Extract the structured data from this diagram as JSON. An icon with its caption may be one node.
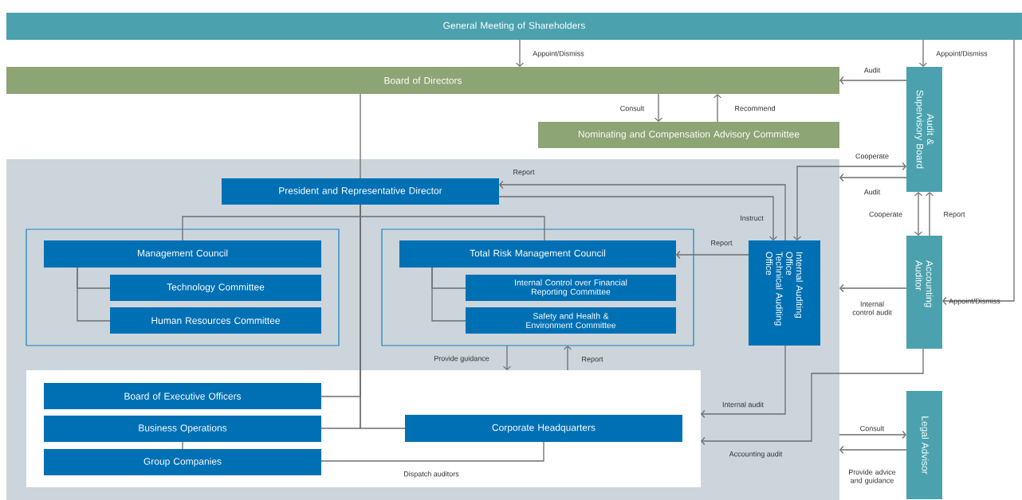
{
  "diagram": {
    "nodes": [
      {
        "text": [
          "General Meeting of Shareholders"
        ]
      },
      {
        "text": [
          "Board of Directors"
        ]
      },
      {
        "text": [
          "Nominating and Compensation Advisory Committee"
        ]
      },
      {
        "text": [
          "Audit & Supervisory Board"
        ]
      },
      {
        "text": [
          "Accounting Auditor"
        ]
      },
      {
        "text": [
          "Legal Advisor"
        ]
      },
      {
        "text": [],
        "shape": "box"
      },
      {
        "text": [
          "President and Representative Director"
        ],
        "in": 6
      },
      {
        "text": [],
        "shape": "box",
        "in": 6
      },
      {
        "text": [
          "Management Council"
        ],
        "in": 8
      },
      {
        "text": [
          "Technology Committee"
        ],
        "in": 8
      },
      {
        "text": [
          "Human Resources Committee"
        ],
        "in": 8
      },
      {
        "text": [],
        "shape": "box",
        "in": 6
      },
      {
        "text": [
          "Total Risk Management Council"
        ],
        "in": 12
      },
      {
        "text": [
          "Internal Control over Financial Reporting Committee"
        ],
        "in": 12
      },
      {
        "text": [
          "Safety and Health & Environment Committee"
        ],
        "in": 12
      },
      {
        "text": [
          "Internal Auditing Office",
          "Technical Auditing Office"
        ],
        "in": 6
      },
      {
        "text": [],
        "shape": "box",
        "in": 6
      },
      {
        "text": [
          "Board of Executive Officers"
        ],
        "in": 17
      },
      {
        "text": [
          "Business Operations"
        ],
        "in": 17
      },
      {
        "text": [
          "Group Companies"
        ],
        "in": 17
      },
      {
        "text": [
          "Corporate Headquarters"
        ],
        "in": 17
      }
    ],
    "edges": [
      {
        "from": 0,
        "to": 1,
        "arrow": "to",
        "label": "Appoint/Dismiss"
      },
      {
        "from": 0,
        "to": 3,
        "arrow": "to",
        "label": "Appoint/Dismiss"
      },
      {
        "from": 0,
        "to": 4,
        "arrow": "to",
        "label": "Appoint/Dismiss"
      },
      {
        "from": 3,
        "to": 1,
        "arrow": "to",
        "label": "Audit"
      },
      {
        "from": 1,
        "to": 2,
        "arrow": "to",
        "label": "Consult"
      },
      {
        "from": 2,
        "to": 1,
        "arrow": "to",
        "label": "Recommend"
      },
      {
        "from": 1,
        "to": 7,
        "arrow": "none"
      },
      {
        "from": 7,
        "to": 9,
        "arrow": "none"
      },
      {
        "from": 7,
        "to": 13,
        "arrow": "none"
      },
      {
        "from": 7,
        "to": 18,
        "arrow": "none"
      },
      {
        "from": 7,
        "to": 19,
        "arrow": "none"
      },
      {
        "from": 7,
        "to": 21,
        "arrow": "none"
      },
      {
        "from": 9,
        "to": 10,
        "arrow": "none"
      },
      {
        "from": 9,
        "to": 11,
        "arrow": "none"
      },
      {
        "from": 13,
        "to": 14,
        "arrow": "none"
      },
      {
        "from": 13,
        "to": 15,
        "arrow": "none"
      },
      {
        "from": 16,
        "to": 7,
        "arrow": "to",
        "label": "Report"
      },
      {
        "from": 7,
        "to": 16,
        "arrow": "to",
        "label": "Instruct"
      },
      {
        "from": 16,
        "to": 3,
        "arrow": "both",
        "label": "Cooperate"
      },
      {
        "from": 3,
        "to": 6,
        "arrow": "to",
        "label": "Audit"
      },
      {
        "from": 3,
        "to": 4,
        "arrow": "both",
        "label": "Cooperate"
      },
      {
        "from": 4,
        "to": 3,
        "arrow": "to",
        "label": "Report"
      },
      {
        "from": 4,
        "to": 6,
        "arrow": "to",
        "label": "Internal control audit"
      },
      {
        "from": 16,
        "to": 13,
        "arrow": "to",
        "label": "Report"
      },
      {
        "from": 12,
        "to": 17,
        "arrow": "to",
        "label": "Provide guidance"
      },
      {
        "from": 17,
        "to": 12,
        "arrow": "to",
        "label": "Report"
      },
      {
        "from": 16,
        "to": 17,
        "arrow": "to",
        "label": "Internal audit"
      },
      {
        "from": 4,
        "to": 17,
        "arrow": "to",
        "label": "Accounting audit"
      },
      {
        "from": 6,
        "to": 5,
        "arrow": "to",
        "label": "Consult"
      },
      {
        "from": 5,
        "to": 6,
        "arrow": "to",
        "label": "Provide advice and guidance"
      },
      {
        "from": 21,
        "to": 20,
        "arrow": "none",
        "label": "Dispatch auditors"
      },
      {
        "from": 19,
        "to": 20,
        "arrow": "none"
      }
    ]
  }
}
